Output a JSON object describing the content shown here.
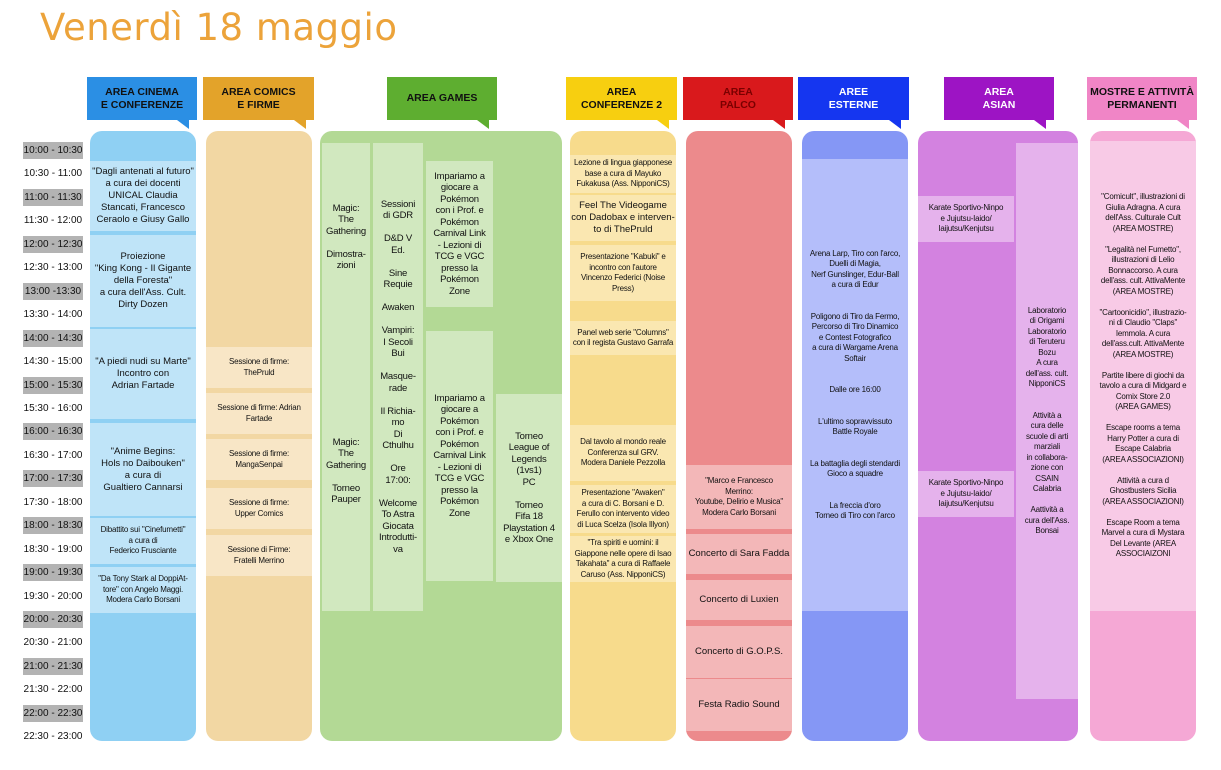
{
  "title": "Venerdì 18 maggio",
  "colors": {
    "title": "#eca33a",
    "cinema": "#2b8fe4",
    "comics": "#e3a32a",
    "games": "#5eae30",
    "conf2": "#f7cf10",
    "palco": "#d9191c",
    "esterne": "#1536f0",
    "asian": "#9d14c4",
    "mostre": "#f085c6"
  },
  "time_slots": [
    "10:00 - 10:30",
    "10:30 - 11:00",
    "11:00 - 11:30",
    "11:30 - 12:00",
    "12:00 - 12:30",
    "12:30 - 13:00",
    "13:00 -13:30",
    "13:30 - 14:00",
    "14:00 - 14:30",
    "14:30 - 15:00",
    "15:00 - 15:30",
    "15:30 - 16:00",
    "16:00 - 16:30",
    "16:30 - 17:00",
    "17:00 - 17:30",
    "17:30 - 18:00",
    "18:00 - 18:30",
    "18:30 - 19:00",
    "19:00 - 19:30",
    "19:30 - 20:00",
    "20:00 - 20:30",
    "20:30 - 21:00",
    "21:00 - 21:30",
    "21:30 - 22:00",
    "22:00 - 22:30",
    "22:30 - 23:00"
  ],
  "areas": {
    "cinema": {
      "header": [
        "AREA CINEMA",
        "E CONFERENZE"
      ],
      "events": [
        [
          "\"Dagli antenati al futuro\"",
          "a cura dei docenti",
          "UNICAL Claudia",
          "Stancati, Francesco",
          "Ceraolo e Giusy Gallo"
        ],
        [
          "Proiezione",
          "\"King Kong - Il Gigante",
          "della Foresta\"",
          "a cura dell'Ass. Cult.",
          "Dirty Dozen"
        ],
        [
          "\"A piedi nudi su Marte\"",
          "Incontro con",
          "Adrian Fartade"
        ],
        [
          "\"Anime Begins:",
          "Hols no Daibouken\"",
          "a cura di",
          "Gualtiero Cannarsi"
        ],
        [
          "Dibattito sui \"Cinefumetti\"",
          "a cura di",
          "Federico Frusciante"
        ],
        [
          "\"Da Tony Stark al DoppiAt-",
          "tore\" con Angelo Maggi.",
          "Modera Carlo Borsani"
        ]
      ]
    },
    "comics": {
      "header": [
        "AREA COMICS",
        "E FIRME"
      ],
      "events": [
        [
          "Sessione di firme:",
          "ThePruld"
        ],
        [
          "Sessione di firme: Adrian",
          "Fartade"
        ],
        [
          "Sessione di firme:",
          "MangaSenpai"
        ],
        [
          "Sessione di firme:",
          "Upper Comics"
        ],
        [
          "Sessione di Firme:",
          "Fratelli Merrino"
        ]
      ]
    },
    "games": {
      "header": [
        "AREA GAMES"
      ],
      "events": [
        [
          "Magic:",
          "The",
          "Gathering",
          "",
          "Dimostra-",
          "zioni"
        ],
        [
          "Magic:",
          "The",
          "Gathering",
          "",
          "Torneo",
          "Pauper"
        ],
        [
          "Sessioni",
          "di GDR",
          "",
          "D&D V",
          "Ed.",
          "",
          "Sine",
          "Requie",
          "",
          "Awaken",
          "",
          "Vampiri:",
          "I Secoli",
          "Bui",
          "",
          "Masque-",
          "rade",
          "",
          "Il Richia-",
          "mo",
          "Di",
          "Cthulhu",
          "",
          "Ore",
          "17:00:",
          "",
          "Welcome",
          "To Astra",
          "Giocata",
          "Introdutti-",
          "va"
        ],
        [
          "Impariamo a",
          "giocare a",
          "Pokémon",
          "con i Prof. e",
          "Pokémon",
          "Carnival Link",
          "- Lezioni di",
          "TCG e VGC",
          "presso la",
          "Pokémon",
          "Zone"
        ],
        [
          "Impariamo a",
          "giocare a",
          "Pokémon",
          "con i Prof. e",
          "Pokémon",
          "Carnival Link",
          "- Lezioni di",
          "TCG e VGC",
          "presso la",
          "Pokémon",
          "Zone"
        ],
        [
          "Torneo",
          "League of",
          "Legends",
          "(1vs1)",
          "PC",
          "",
          "Torneo",
          "Fifa 18",
          "Playstation 4",
          "e Xbox One"
        ]
      ]
    },
    "conf2": {
      "header": [
        "AREA",
        "CONFERENZE 2"
      ],
      "events": [
        [
          "Lezione di lingua giapponese",
          "base a cura di Mayuko",
          "Fukakusa (Ass. NipponiCS)"
        ],
        [
          "Feel The Videogame",
          "con Dadobax e interven-",
          "to di ThePruld"
        ],
        [
          "Presentazione \"Kabuki\" e",
          "incontro con l'autore",
          "Vincenzo Federici (Noise",
          "Press)"
        ],
        [
          "Panel web serie \"Columns\"",
          "con il regista Gustavo Garrafa"
        ],
        [
          "Dal tavolo al mondo reale",
          "Conferenza sul GRV.",
          "Modera Daniele Pezzolla"
        ],
        [
          "Presentazione \"Awaken\"",
          "a cura di C. Borsani e D.",
          "Ferullo con intervento video",
          "di Luca Scelza (Isola Illyon)"
        ],
        [
          "\"Tra spiriti e uomini: il",
          "Giappone nelle opere di Isao",
          "Takahata\" a cura di Raffaele",
          "Caruso (Ass. NipponiCS)"
        ]
      ]
    },
    "palco": {
      "header": [
        "AREA",
        "PALCO"
      ],
      "events": [
        [
          "\"Marco e Francesco",
          "Merrino:",
          "Youtube, Delirio e Musica\"",
          "Modera Carlo Borsani"
        ],
        [
          "Concerto di Sara Fadda"
        ],
        [
          "Concerto di Luxien"
        ],
        [
          "Concerto di G.O.P.S."
        ],
        [
          "Festa Radio Sound"
        ]
      ]
    },
    "esterne": {
      "header": [
        "AREE",
        "ESTERNE"
      ],
      "events": [
        [
          "Arena Larp, Tiro con l'arco,",
          "Duelli di Magia,",
          "Nerf Gunslinger, Edur-Ball",
          "a cura di Edur",
          "",
          "",
          "Poligono di Tiro da Fermo,",
          "Percorso di Tiro Dinamico",
          "e Contest Fotografico",
          "a cura di Wargame Arena",
          "Softair",
          "",
          "",
          "Dalle ore  16:00",
          "",
          "",
          "L'ultimo sopravvissuto",
          "Battle Royale",
          "",
          "",
          "La battaglia degli stendardi",
          "Gioco a squadre",
          "",
          "",
          "La freccia d'oro",
          "Torneo di Tiro con l'arco"
        ]
      ]
    },
    "asian": {
      "header": [
        "AREA",
        "ASIAN"
      ],
      "events": [
        [
          "Karate Sportivo-Ninpo",
          "e  Jujutsu-Iaido/",
          "Iaijutsu/Kenjutsu"
        ],
        [
          "Karate Sportivo-Ninpo",
          "e  Jujutsu-Iaido/",
          "Iaijutsu/Kenjutsu"
        ],
        [
          "Laboratorio",
          "di Origami",
          "Laboratorio",
          "di Teruteru",
          "Bozu",
          "A cura",
          "dell'ass. cult.",
          "NipponiCS",
          "",
          "",
          "Attività a",
          "cura delle",
          "scuole di arti",
          "marziali",
          "in collabora-",
          "zione con",
          "CSAIN",
          "Calabria",
          "",
          "Aattività a",
          "cura dell'Ass.",
          "Bonsai"
        ]
      ]
    },
    "mostre": {
      "header": [
        "MOSTRE E ATTIVITÀ",
        "PERMANENTI"
      ],
      "events": [
        [
          "\"Comicult\", illustrazioni di",
          "Giulia Adragna. A cura",
          "dell'Ass. Culturale Cult",
          "(AREA MOSTRE)",
          "",
          "\"Legalità nel Fumetto\",",
          "illustrazioni di Lelio",
          "Bonnaccorso. A cura",
          "dell'ass. cult. AttivaMente",
          "(AREA MOSTRE)",
          "",
          "\"Cartoonicidio\", illustrazio-",
          "ni di Claudio \"Claps\"",
          "Iemmola. A cura",
          "dell'ass.cult.  AttivaMente",
          "(AREA MOSTRE)",
          "",
          "Partite libere di giochi da",
          "tavolo a cura di Midgard e",
          "Comix Store 2.0",
          "(AREA GAMES)",
          "",
          "Escape rooms a tema",
          "Harry Potter a cura di",
          "Escape Calabria",
          "(AREA ASSOCIAZIONI)",
          "",
          "Attività a cura d",
          "Ghostbusters Sicilia",
          "(AREA ASSOCIAZIONI)",
          "",
          "Escape Room a tema",
          "Marvel a cura di Mystara",
          "Del Levante (AREA",
          "ASSOCIAIZONI"
        ]
      ]
    }
  }
}
